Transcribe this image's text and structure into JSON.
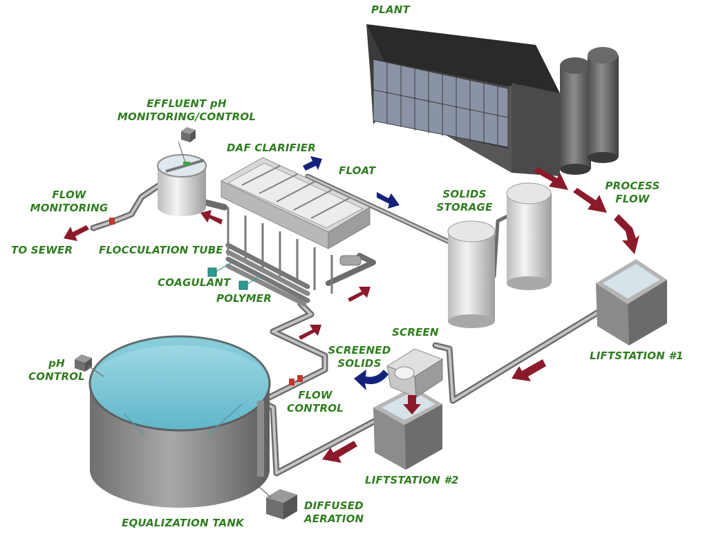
{
  "labels": {
    "plant": "PLANT",
    "effluent_ph_1": "EFFLUENT pH",
    "effluent_ph_2": "MONITORING/CONTROL",
    "daf_clarifier": "DAF CLARIFIER",
    "float": "FLOAT",
    "process_flow_1": "PROCESS",
    "process_flow_2": "FLOW",
    "solids_storage_1": "SOLIDS",
    "solids_storage_2": "STORAGE",
    "flow_monitoring_1": "FLOW",
    "flow_monitoring_2": "MONITORING",
    "to_sewer": "TO SEWER",
    "flocculation_tube": "FLOCCULATION TUBE",
    "coagulant": "COAGULANT",
    "polymer": "POLYMER",
    "screen": "SCREEN",
    "screened_solids_1": "SCREENED",
    "screened_solids_2": "SOLIDS",
    "liftstation_1": "LIFTSTATION #1",
    "ph_control_1": "pH",
    "ph_control_2": "CONTROL",
    "flow_control_1": "FLOW",
    "flow_control_2": "CONTROL",
    "liftstation_2": "LIFTSTATION #2",
    "diffused_aeration_1": "DIFFUSED",
    "diffused_aeration_2": "AERATION",
    "equalization_tank": "EQUALIZATION TANK"
  },
  "colors": {
    "label_green": "#2e7d1f",
    "flow_arrow": "#8b1a2b",
    "float_arrow": "#14237a",
    "water": "#7ec8d8",
    "steel": "#8c8c8c"
  }
}
